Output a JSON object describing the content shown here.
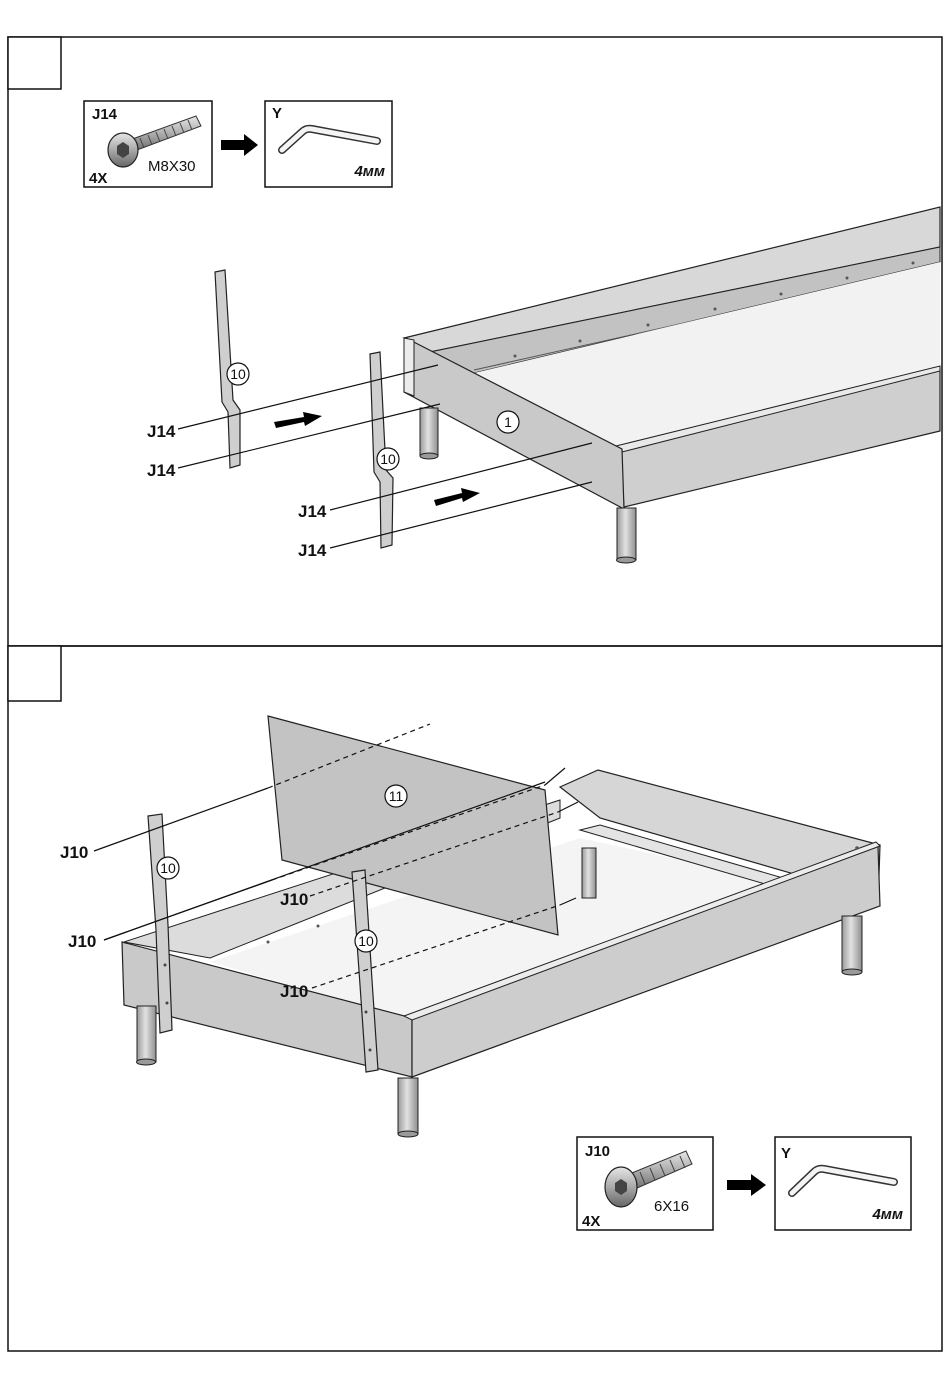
{
  "steps": [
    {
      "number": "",
      "hardware": {
        "part_code": "J14",
        "quantity": "4X",
        "size": "M8X30",
        "tool_code": "Y",
        "tool_size": "4мм"
      },
      "part_callouts": [
        "10",
        "10",
        "1"
      ],
      "fastener_labels": [
        "J14",
        "J14",
        "J14",
        "J14"
      ]
    },
    {
      "number": "",
      "hardware": {
        "part_code": "J10",
        "quantity": "4X",
        "size": "6X16",
        "tool_code": "Y",
        "tool_size": "4мм"
      },
      "part_callouts": [
        "10",
        "11",
        "10"
      ],
      "fastener_labels": [
        "J10",
        "J10",
        "J10",
        "J10"
      ]
    }
  ],
  "colors": {
    "panel_face": "#c8c8c8",
    "panel_top": "#dcdcdc",
    "panel_edge": "#eeeeee",
    "leg": "#bdbdbd",
    "line": "#111111"
  }
}
